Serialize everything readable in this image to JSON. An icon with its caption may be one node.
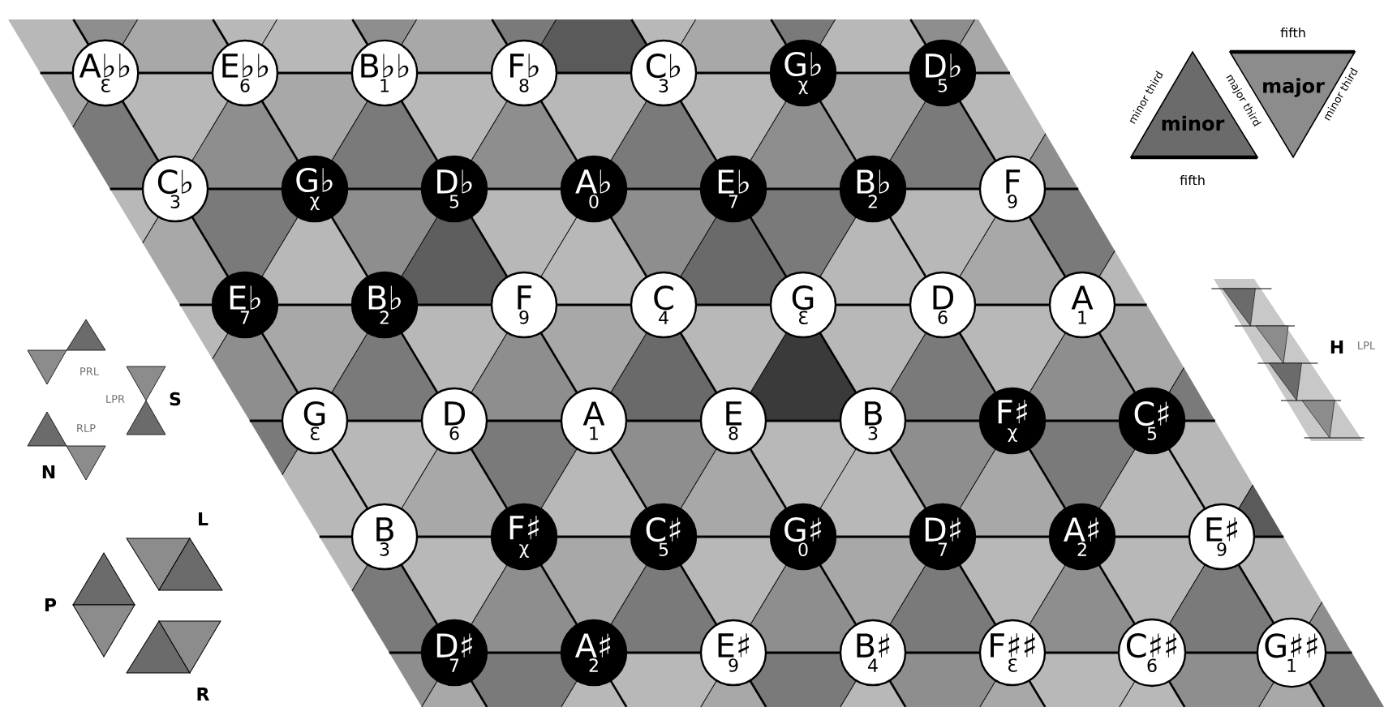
{
  "diagram": {
    "nodes": [
      {
        "text": [
          "A♭♭",
          "Ɛ"
        ]
      },
      {
        "text": [
          "E♭♭",
          "6"
        ]
      },
      {
        "text": [
          "B♭♭",
          "1"
        ]
      },
      {
        "text": [
          "F♭",
          "8"
        ]
      },
      {
        "text": [
          "C♭",
          "3"
        ]
      },
      {
        "text": [
          "G♭",
          "χ"
        ]
      },
      {
        "text": [
          "D♭",
          "5"
        ]
      },
      {
        "text": [
          "C♭",
          "3"
        ]
      },
      {
        "text": [
          "G♭",
          "χ"
        ]
      },
      {
        "text": [
          "D♭",
          "5"
        ]
      },
      {
        "text": [
          "A♭",
          "0"
        ]
      },
      {
        "text": [
          "E♭",
          "7"
        ]
      },
      {
        "text": [
          "B♭",
          "2"
        ]
      },
      {
        "text": [
          "F",
          "9"
        ]
      },
      {
        "text": [
          "E♭",
          "7"
        ]
      },
      {
        "text": [
          "B♭",
          "2"
        ]
      },
      {
        "text": [
          "F",
          "9"
        ]
      },
      {
        "text": [
          "C",
          "4"
        ]
      },
      {
        "text": [
          "G",
          "Ɛ"
        ]
      },
      {
        "text": [
          "D",
          "6"
        ]
      },
      {
        "text": [
          "A",
          "1"
        ]
      },
      {
        "text": [
          "G",
          "Ɛ"
        ]
      },
      {
        "text": [
          "D",
          "6"
        ]
      },
      {
        "text": [
          "A",
          "1"
        ]
      },
      {
        "text": [
          "E",
          "8"
        ]
      },
      {
        "text": [
          "B",
          "3"
        ]
      },
      {
        "text": [
          "F♯",
          "χ"
        ]
      },
      {
        "text": [
          "C♯",
          "5"
        ]
      },
      {
        "text": [
          "B",
          "3"
        ]
      },
      {
        "text": [
          "F♯",
          "χ"
        ]
      },
      {
        "text": [
          "C♯",
          "5"
        ]
      },
      {
        "text": [
          "G♯",
          "0"
        ]
      },
      {
        "text": [
          "D♯",
          "7"
        ]
      },
      {
        "text": [
          "A♯",
          "2"
        ]
      },
      {
        "text": [
          "E♯",
          "9"
        ]
      },
      {
        "text": [
          "D♯",
          "7"
        ]
      },
      {
        "text": [
          "A♯",
          "2"
        ]
      },
      {
        "text": [
          "E♯",
          "9"
        ]
      },
      {
        "text": [
          "B♯",
          "4"
        ]
      },
      {
        "text": [
          "F♯♯",
          "Ɛ"
        ]
      },
      {
        "text": [
          "C♯♯",
          "6"
        ]
      },
      {
        "text": [
          "G♯♯",
          "1"
        ]
      },
      {
        "text": [
          "minor"
        ],
        "beside": [
          "minor third",
          "major third",
          "fifth"
        ]
      },
      {
        "text": [
          "major"
        ],
        "beside": [
          "fifth",
          "minor third"
        ]
      }
    ],
    "labels": [
      "H",
      "LPL",
      "PRL",
      "LPR",
      "S",
      "RLP",
      "N",
      "L",
      "P",
      "R"
    ]
  }
}
